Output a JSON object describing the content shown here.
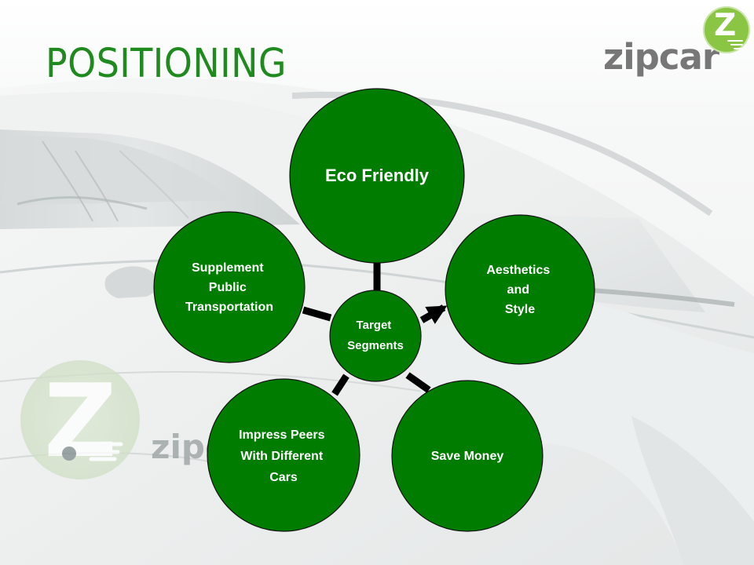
{
  "slide": {
    "title": "POSITIONING",
    "brand": {
      "wordmark": "zipcar",
      "mark_letter": "Z",
      "accent_color": "#8ac543",
      "wordmark_color": "#777777"
    },
    "background": {
      "decal_wordmark": "zipcar",
      "decal_letter": "Z"
    }
  },
  "diagram": {
    "type": "radial-cycle",
    "center": {
      "label_lines": [
        "Target",
        "Segments"
      ]
    },
    "nodes": [
      {
        "id": "eco-friendly",
        "label_lines": [
          "Eco Friendly"
        ]
      },
      {
        "id": "aesthetics-and-style",
        "label_lines": [
          "Aesthetics",
          "and",
          "Style"
        ]
      },
      {
        "id": "save-money",
        "label_lines": [
          "Save Money"
        ]
      },
      {
        "id": "impress-peers",
        "label_lines": [
          "Impress Peers",
          "With Different",
          "Cars"
        ]
      },
      {
        "id": "supplement-public-transportation",
        "label_lines": [
          "Supplement",
          "Public",
          "Transportation"
        ]
      }
    ],
    "colors": {
      "node_fill": "#007c00",
      "title": "#1f8a1d",
      "connector": "#000000"
    }
  }
}
